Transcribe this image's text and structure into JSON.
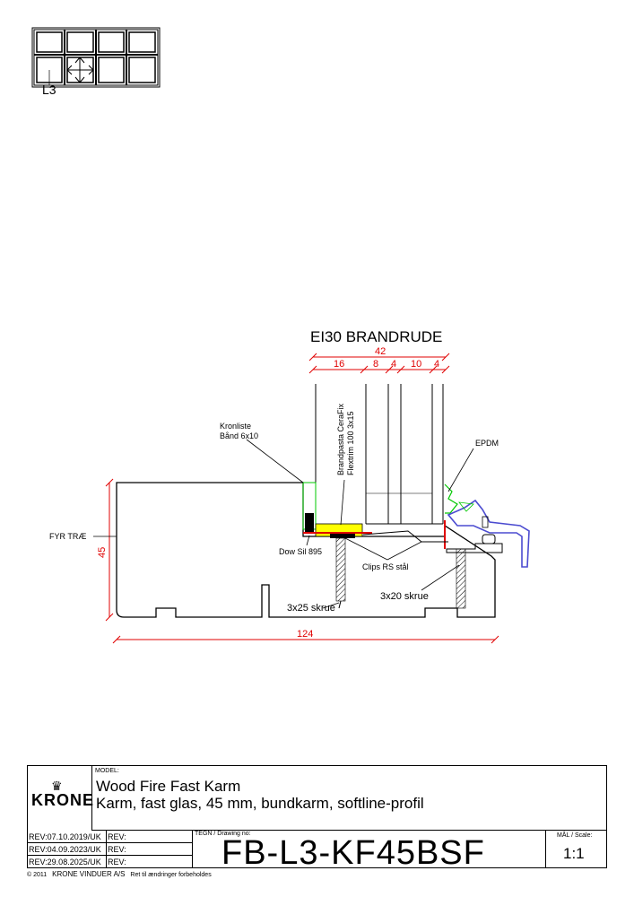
{
  "key_plan": {
    "label": "L3"
  },
  "drawing": {
    "title": "EI30 BRANDRUDE",
    "dims": {
      "total_width": "42",
      "segments": [
        "16",
        "8",
        "4",
        "10",
        "4"
      ],
      "height": "45",
      "length": "124"
    },
    "labels": {
      "kronliste_1": "Kronliste",
      "kronliste_2": "Bånd 6x10",
      "brandpasta_1": "Brandpasta CeraFix",
      "brandpasta_2": "Flextrim 100 3x15",
      "epdm": "EPDM",
      "fyr": "FYR TRÆ",
      "dow": "Dow Sil 895",
      "clips": "Clips RS stål",
      "skrue_1": "3x20 skrue",
      "skrue_2": "3x25 skrue"
    },
    "colors": {
      "dimension": "#e00000",
      "glazing": "#4b4bd0",
      "seal": "#00c800",
      "paste": "#ffff00"
    }
  },
  "title_block": {
    "logo": "KRONE",
    "model_label": "MODEL:",
    "model_line1": "Wood Fire Fast Karm",
    "model_line2": "Karm, fast glas, 45 mm, bundkarm, softline-profil",
    "revisions": [
      {
        "rev": "REV:07.10.2019/UK",
        "rev2": "REV:"
      },
      {
        "rev": "REV:04.09.2023/UK",
        "rev2": "REV:"
      },
      {
        "rev": "REV:29.08.2025/UK",
        "rev2": "REV:"
      }
    ],
    "drawing_label": "TEGN / Drawing no:",
    "drawing_number": "FB-L3-KF45BSF",
    "scale_label": "MÅL / Scale:",
    "scale_value": "1:1"
  },
  "footer": {
    "copyright": "© 2011",
    "company": "KRONE VINDUER A/S",
    "note": "Ret til ændringer forbeholdes"
  }
}
